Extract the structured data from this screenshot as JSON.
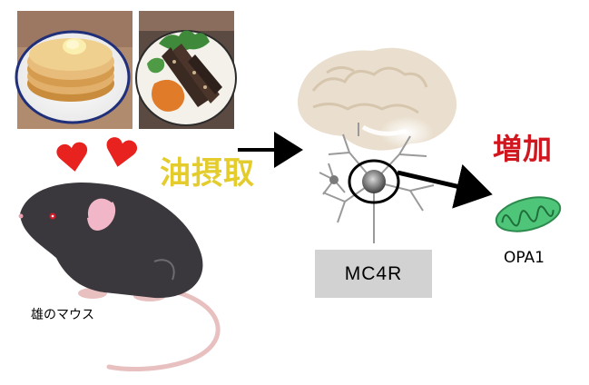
{
  "labels": {
    "fat_intake": "油摂取",
    "increase": "増加",
    "receptor": "MC4R",
    "protein": "OPA1",
    "mouse": "雄のマウス"
  },
  "colors": {
    "fat_intake_text": "#e3cc2c",
    "increase_text": "#d0161f",
    "heart": "#e8231f",
    "mitochondria": "#4fc57a",
    "receptor_box": "#d2d2d2",
    "mouse_body": "#3b383d",
    "mouse_ear": "#f1b7c8",
    "brain": "#eadfce",
    "arrow": "#000000"
  },
  "icons": {
    "pancake_photo": "pancakes-photo-icon",
    "meat_photo": "grilled-meat-photo-icon",
    "hearts": "heart-icon",
    "mouse": "mouse-icon",
    "brain": "brain-icon",
    "neuron": "neuron-icon",
    "mitochondria": "mitochondria-icon"
  }
}
